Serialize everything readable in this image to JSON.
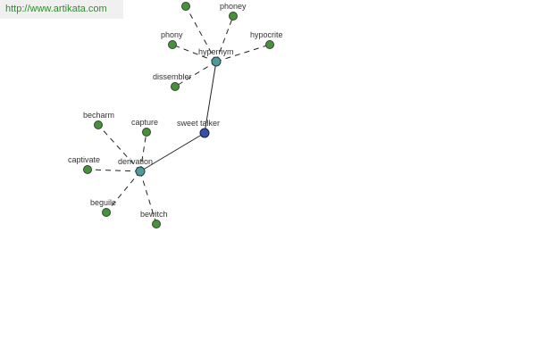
{
  "watermark": {
    "text": "http://www.artikata.com"
  },
  "graph": {
    "nodes": [
      {
        "id": "n-sweet-talker",
        "label": "sweet talker",
        "type": "root"
      },
      {
        "id": "n-hypernym",
        "label": "hypernym",
        "type": "hub"
      },
      {
        "id": "n-derivation",
        "label": "derivation",
        "type": "hub"
      },
      {
        "id": "n-top",
        "label": "",
        "type": "leaf"
      },
      {
        "id": "n-phoney",
        "label": "phoney",
        "type": "leaf"
      },
      {
        "id": "n-phony",
        "label": "phony",
        "type": "leaf"
      },
      {
        "id": "n-hypocrite",
        "label": "hypocrite",
        "type": "leaf"
      },
      {
        "id": "n-dissembler",
        "label": "dissembler",
        "type": "leaf"
      },
      {
        "id": "n-becharm",
        "label": "becharm",
        "type": "leaf"
      },
      {
        "id": "n-capture",
        "label": "capture",
        "type": "leaf"
      },
      {
        "id": "n-captivate",
        "label": "captivate",
        "type": "leaf"
      },
      {
        "id": "n-beguile",
        "label": "beguile",
        "type": "leaf"
      },
      {
        "id": "n-bewitch",
        "label": "bewitch",
        "type": "leaf"
      }
    ],
    "edges": [
      {
        "from": "n-sweet-talker",
        "to": "n-hypernym",
        "style": "solid"
      },
      {
        "from": "n-sweet-talker",
        "to": "n-derivation",
        "style": "solid"
      },
      {
        "from": "n-hypernym",
        "to": "n-top",
        "style": "dashed"
      },
      {
        "from": "n-hypernym",
        "to": "n-phoney",
        "style": "dashed"
      },
      {
        "from": "n-hypernym",
        "to": "n-phony",
        "style": "dashed"
      },
      {
        "from": "n-hypernym",
        "to": "n-hypocrite",
        "style": "dashed"
      },
      {
        "from": "n-hypernym",
        "to": "n-dissembler",
        "style": "dashed"
      },
      {
        "from": "n-derivation",
        "to": "n-becharm",
        "style": "dashed"
      },
      {
        "from": "n-derivation",
        "to": "n-capture",
        "style": "dashed"
      },
      {
        "from": "n-derivation",
        "to": "n-captivate",
        "style": "dashed"
      },
      {
        "from": "n-derivation",
        "to": "n-beguile",
        "style": "dashed"
      },
      {
        "from": "n-derivation",
        "to": "n-bewitch",
        "style": "dashed"
      }
    ],
    "colors": {
      "leaf": "#4a8f3f",
      "hub": "#4f9a9a",
      "root": "#3a4fa0",
      "watermark_text": "#2e8b2e"
    }
  }
}
